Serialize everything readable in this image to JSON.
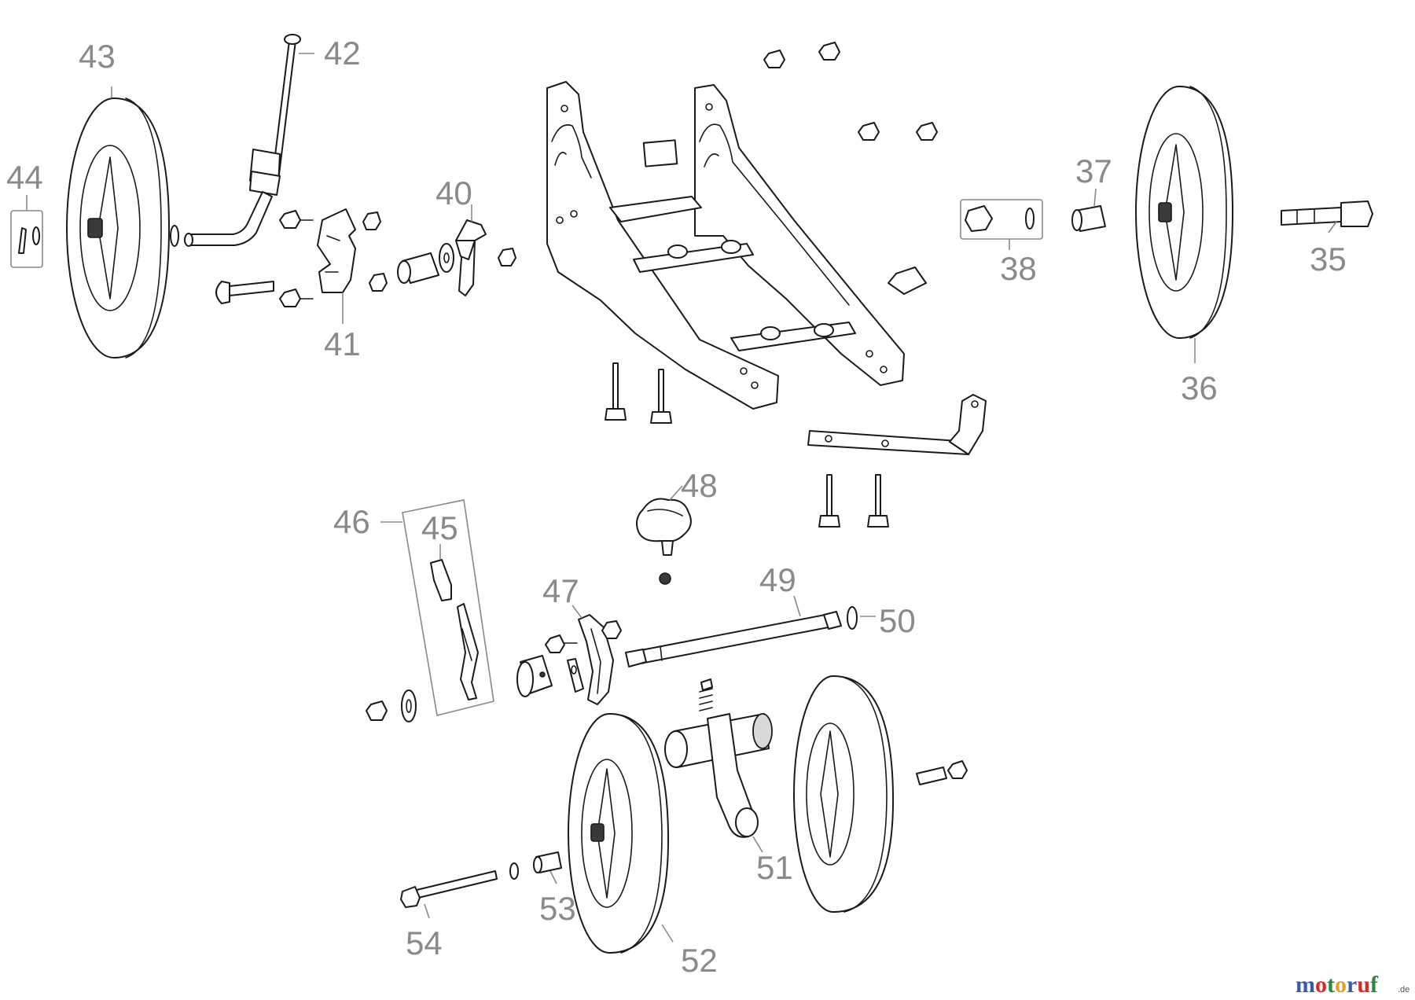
{
  "diagram": {
    "part_numbers": {
      "p35": "35",
      "p36": "36",
      "p37": "37",
      "p38": "38",
      "p40": "40",
      "p41": "41",
      "p42": "42",
      "p43": "43",
      "p44": "44",
      "p45": "45",
      "p46": "46",
      "p47": "47",
      "p48": "48",
      "p49": "49",
      "p50": "50",
      "p51": "51",
      "p52": "52",
      "p53": "53",
      "p54": "54"
    },
    "colors": {
      "line": "#1a1a1a",
      "label": "#8a8a8a",
      "leader": "#888888"
    }
  },
  "watermark": {
    "letters": [
      {
        "char": "m",
        "color": "#3a5aa8"
      },
      {
        "char": "o",
        "color": "#d42a2a"
      },
      {
        "char": "t",
        "color": "#2a8a3a"
      },
      {
        "char": "o",
        "color": "#e0a020"
      },
      {
        "char": "r",
        "color": "#3a5aa8"
      },
      {
        "char": "u",
        "color": "#d42a2a"
      },
      {
        "char": "f",
        "color": "#2a8a3a"
      }
    ],
    "suffix": ".de"
  }
}
